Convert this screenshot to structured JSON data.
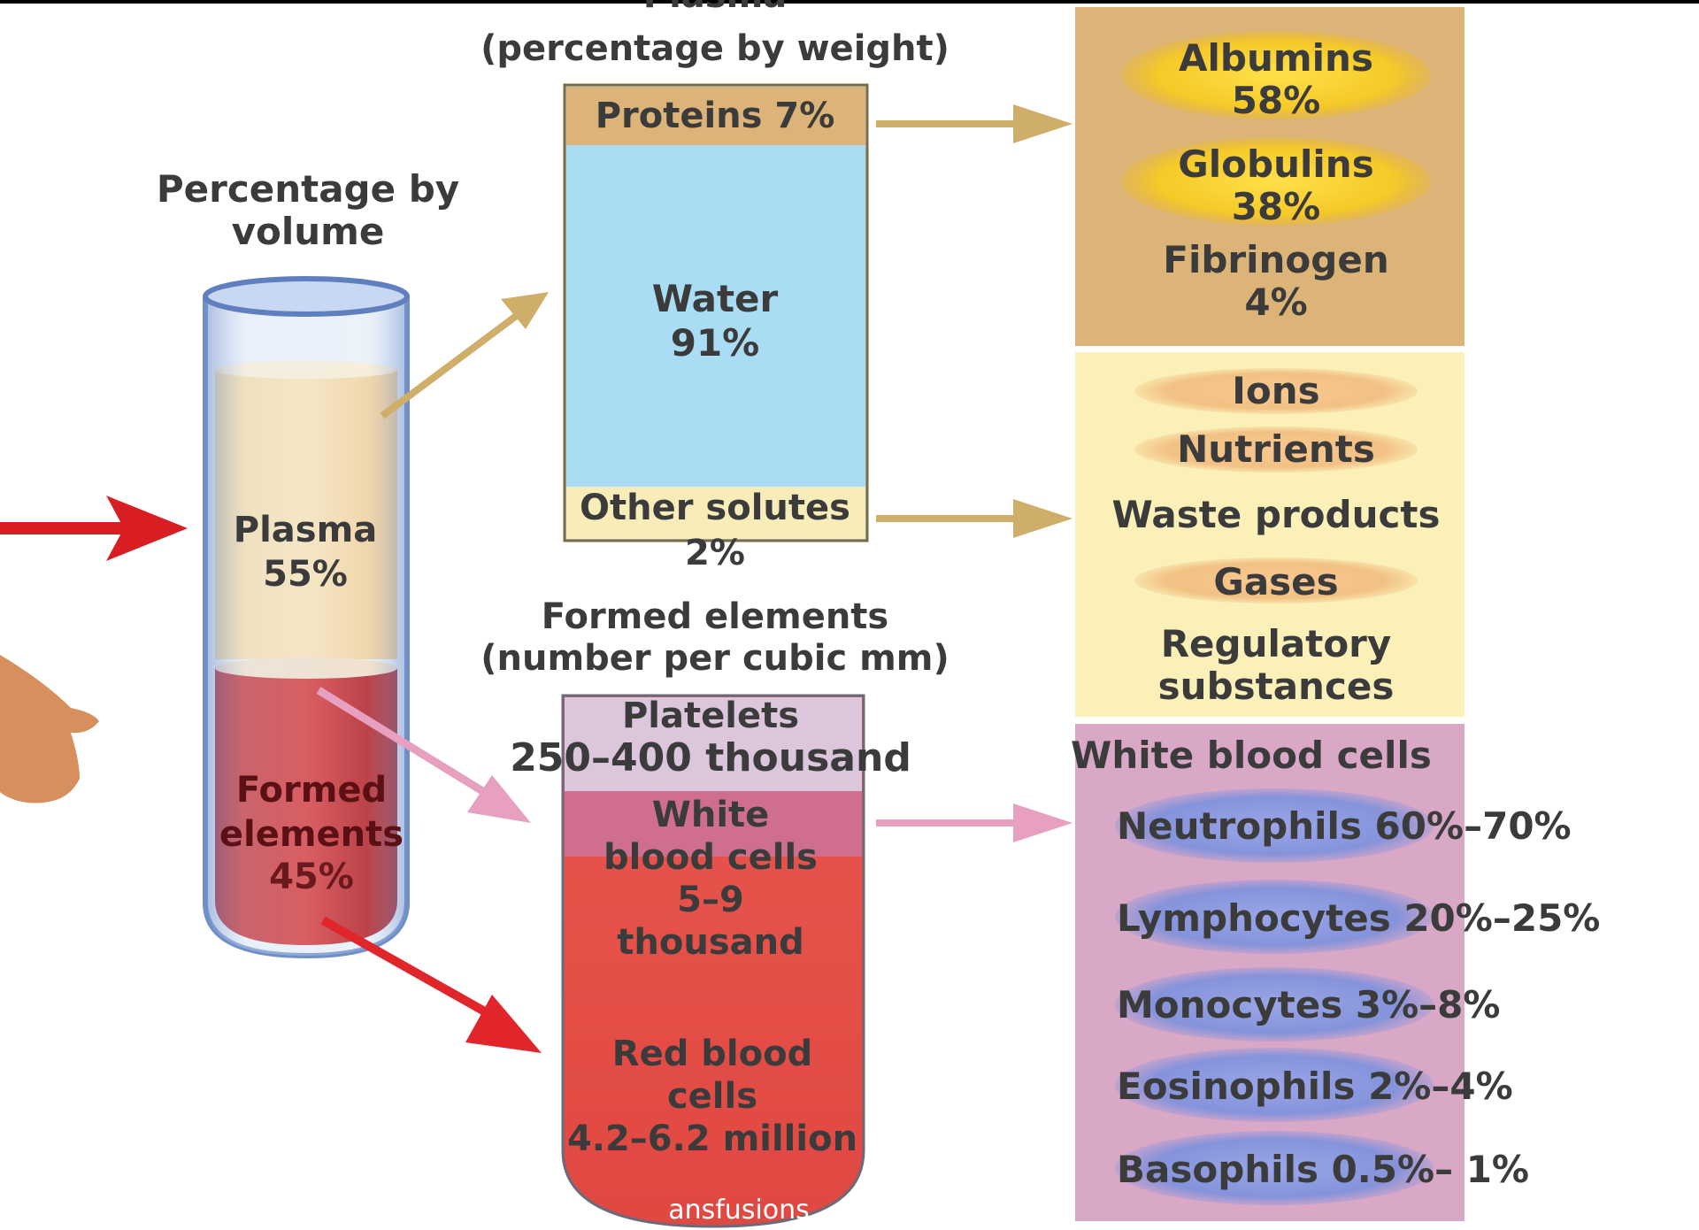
{
  "tube": {
    "heading_line1": "Percentage by",
    "heading_line2": "volume",
    "plasma_label": "Plasma",
    "plasma_value": "55%",
    "formed_label_line1": "Formed",
    "formed_label_line2": "elements",
    "formed_value": "45%"
  },
  "plasma": {
    "heading": "Plasma",
    "subheading": "(percentage by weight)",
    "proteins": "Proteins 7%",
    "water_label": "Water",
    "water_value": "91%",
    "other_solutes_label": "Other solutes",
    "other_solutes_value": "2%"
  },
  "formed": {
    "heading": "Formed elements",
    "subheading": "(number per cubic mm)",
    "platelets_label": "Platelets",
    "platelets_value": "250–400 thousand",
    "wbc_line1": "White",
    "wbc_line2": "blood cells",
    "wbc_value_line1": "5–9",
    "wbc_value_line2": "thousand",
    "rbc_line1": "Red blood",
    "rbc_line2": "cells",
    "rbc_value": "4.2–6.2 million"
  },
  "proteins_panel": {
    "albumins_label": "Albumins",
    "albumins_value": "58%",
    "globulins_label": "Globulins",
    "globulins_value": "38%",
    "fibrinogen_label": "Fibrinogen",
    "fibrinogen_value": "4%"
  },
  "solutes_panel": {
    "items": [
      "Ions",
      "Nutrients",
      "Waste products",
      "Gases"
    ],
    "regulatory_line1": "Regulatory",
    "regulatory_line2": "substances"
  },
  "wbc_panel": {
    "heading": "White blood cells",
    "items": [
      "Neutrophils 60%–70%",
      "Lymphocytes 20%–25%",
      "Monocytes 3%–8%",
      "Eosinophils 2%–4%",
      "Basophils 0.5%– 1%"
    ]
  },
  "watermark": "ansfusions",
  "colors": {
    "plasma": "#f7d79a",
    "blood": "#c41e22",
    "water": "#aadcf3",
    "protein_panel": "#ddb478",
    "solutes_panel": "#fbf0b8",
    "wbc_panel": "#d9a8c7",
    "text": "#3b3b3b"
  }
}
